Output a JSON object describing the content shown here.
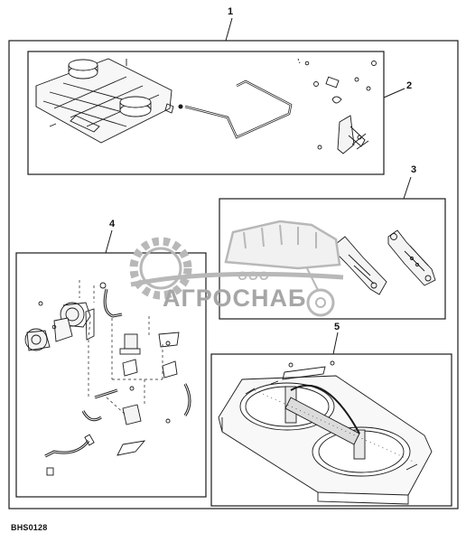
{
  "diagram": {
    "callouts": [
      "1",
      "2",
      "3",
      "4",
      "5"
    ],
    "figure_code": "BHS0128"
  },
  "watermark": {
    "company_prefix": "ООО",
    "company_name": "АГРОСНАБ"
  },
  "colors": {
    "line": "#1a1a1a",
    "watermark": "#b0b0b0",
    "background": "#ffffff"
  }
}
